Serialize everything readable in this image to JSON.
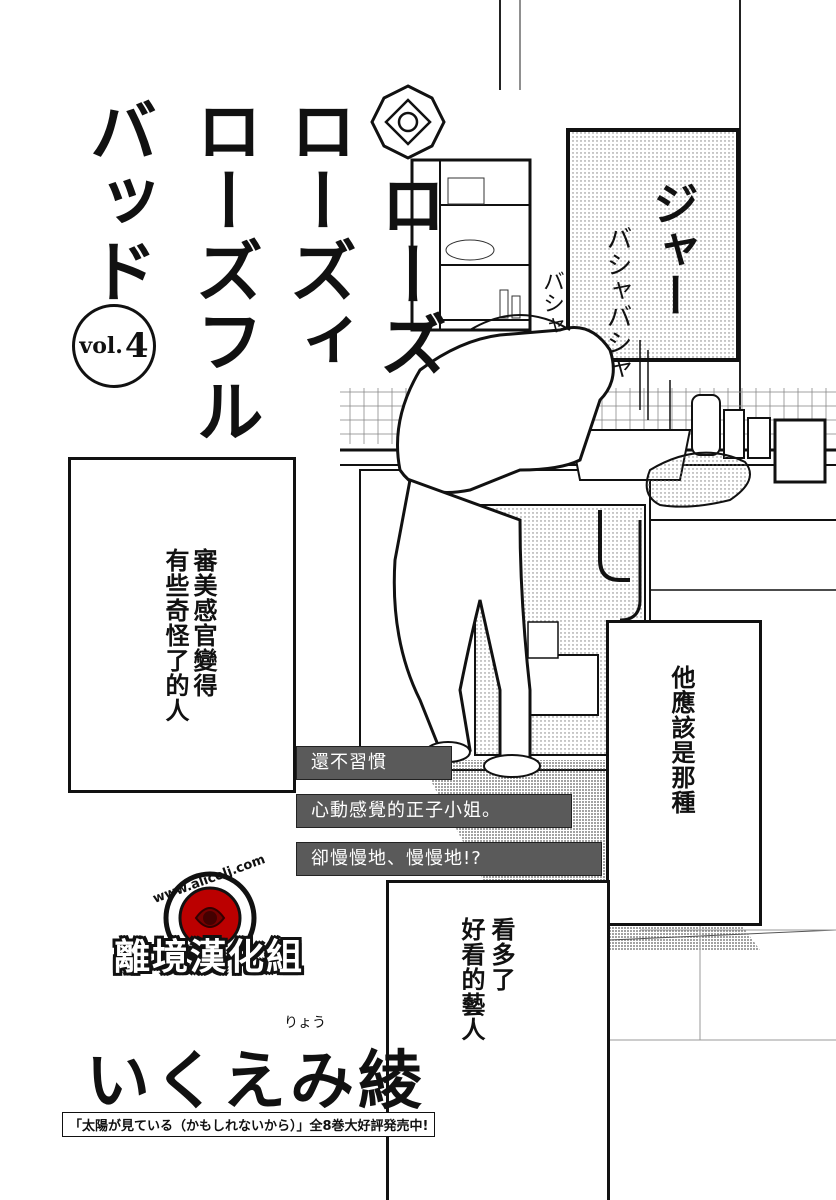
{
  "title": {
    "col1": "ローズ",
    "col2": "ローズィ",
    "col3": "ローズフル",
    "col4": "バッド"
  },
  "volume": {
    "prefix": "vol.",
    "number": "4"
  },
  "sfx": {
    "main": "ジャー",
    "splash1": "バシャバシャ",
    "splash2": "バシャ"
  },
  "bubbles": {
    "left_col1": "審美感官變得",
    "left_col2": "有些奇怪了的人",
    "right": "他應該是那種",
    "bottom_col1": "看多了",
    "bottom_col2": "好看的藝人"
  },
  "captions": [
    "還不習慣",
    "心動感覺的正子小姐。",
    "卻慢慢地、慢慢地!?"
  ],
  "group": {
    "url": "www.alicelj.com",
    "name": "離境漢化組"
  },
  "author": {
    "name": "いくえみ綾",
    "ruby": "りょう"
  },
  "promo": "「太陽が見ている（かもしれないから）」全8巻大好評発売中!"
}
